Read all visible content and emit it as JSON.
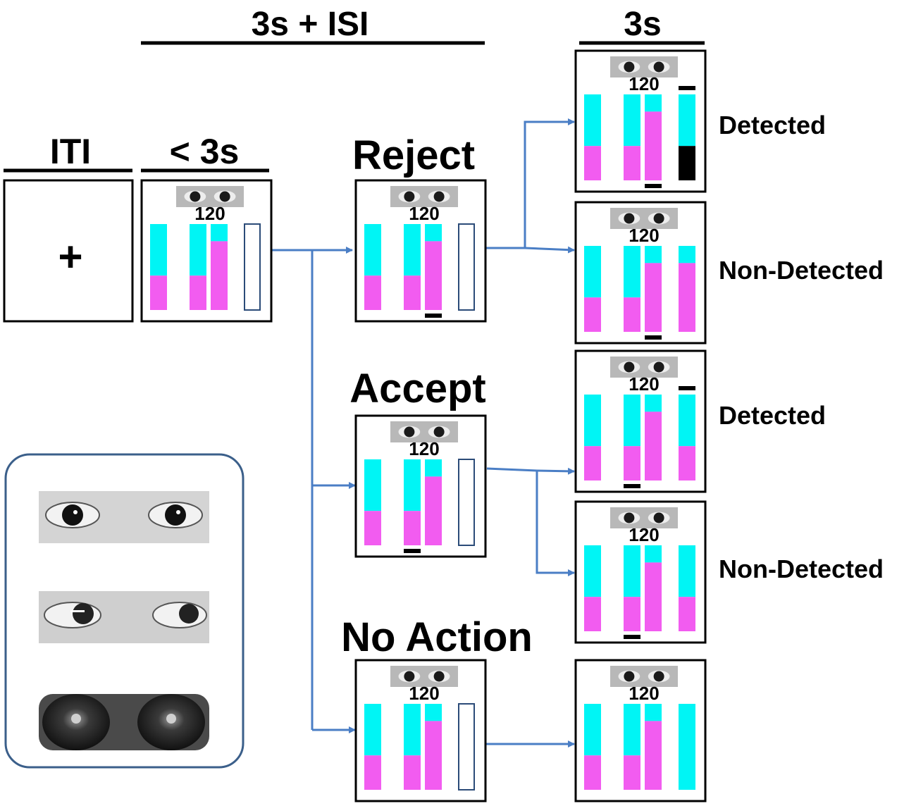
{
  "headers": {
    "iti": "ITI",
    "lt3s": "< 3s",
    "isi": "3s + ISI",
    "s3": "3s"
  },
  "fixation": "+",
  "offer_value": "120",
  "choices": {
    "reject": "Reject",
    "accept": "Accept",
    "no_action": "No Action"
  },
  "outcomes": {
    "reject_detected": "Detected",
    "reject_nondetected": "Non-Detected",
    "accept_detected": "Detected",
    "accept_nondetected": "Non-Detected"
  },
  "colors": {
    "cyan": "#00F5F5",
    "magenta": "#F25CF0",
    "arrow": "#4A7EC5",
    "frame": "#000000",
    "legend_border": "#3B5F8A",
    "empty_bar": "#2B4B78"
  },
  "icons": {
    "eyes_thumbnail": "eyes-photo-icon",
    "legend_eyes": [
      "eyes-direct-gaze-icon",
      "eyes-averted-gaze-icon",
      "goggles-icon"
    ]
  }
}
